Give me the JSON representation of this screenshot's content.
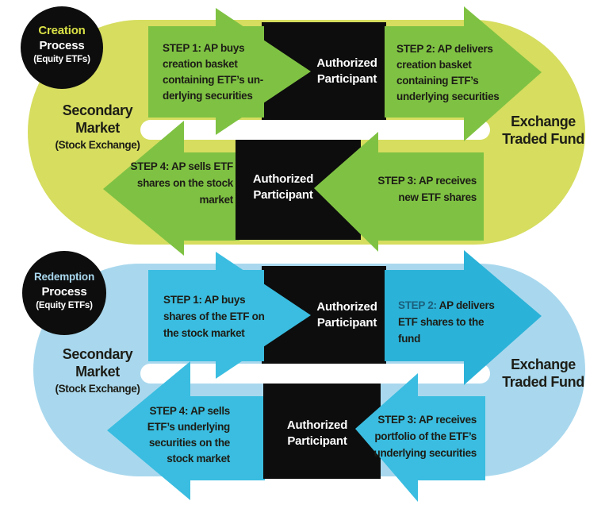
{
  "colors": {
    "pill_green": "#d6dd5f",
    "arrow_green": "#7fc243",
    "pill_blue": "#a9d8ee",
    "arrow_blue": "#3abde0",
    "arrow_blue_dark": "#2bb2d8",
    "badge_black": "#0d0d0d",
    "ink": "#1d1d16",
    "white": "#ffffff",
    "step2_teal": "#1b607c",
    "creation_badge_text": "#d9e046",
    "redemption_badge_text": "#a9d8ee"
  },
  "creation": {
    "badge": {
      "title": "Creation",
      "subtitle": "Process",
      "note": "(Equity ETFs)"
    },
    "secondary_market": {
      "line1": "Secondary",
      "line2": "Market",
      "line3": "(Stock Exchange)"
    },
    "etf": {
      "line1": "Exchange",
      "line2": "Traded Fund"
    },
    "ap_top": {
      "line1": "Authorized",
      "line2": "Participant"
    },
    "ap_bottom": {
      "line1": "Authorized",
      "line2": "Participant"
    },
    "step1": {
      "lines": [
        "STEP 1: AP buys",
        "creation basket",
        "containing ETF’s un-",
        "derlying securities"
      ]
    },
    "step2": {
      "lines": [
        "STEP 2: AP delivers",
        "creation basket",
        "containing ETF’s",
        "underlying securities"
      ]
    },
    "step3": {
      "lines": [
        "STEP 3: AP receives",
        "new ETF shares"
      ]
    },
    "step4": {
      "lines": [
        "STEP 4: AP sells ETF",
        "shares on the stock",
        "market"
      ]
    }
  },
  "redemption": {
    "badge": {
      "title": "Redemption",
      "subtitle": "Process",
      "note": "(Equity ETFs)"
    },
    "secondary_market": {
      "line1": "Secondary",
      "line2": "Market",
      "line3": "(Stock Exchange)"
    },
    "etf": {
      "line1": "Exchange",
      "line2": "Traded Fund"
    },
    "ap_top": {
      "line1": "Authorized",
      "line2": "Participant"
    },
    "ap_bottom": {
      "line1": "Authorized",
      "line2": "Participant"
    },
    "step1": {
      "lines": [
        "STEP 1: AP buys",
        "shares of the ETF on",
        "the stock market"
      ]
    },
    "step2": {
      "prefix": "STEP 2:",
      "line1_rest": "AP delivers",
      "lines": [
        "ETF shares to the",
        "fund"
      ]
    },
    "step3": {
      "lines": [
        "STEP 3: AP receives",
        "portfolio of the ETF’s",
        "underlying securities"
      ]
    },
    "step4": {
      "lines": [
        "STEP 4: AP sells",
        "ETF’s underlying",
        "securities on the",
        "stock market"
      ]
    }
  }
}
